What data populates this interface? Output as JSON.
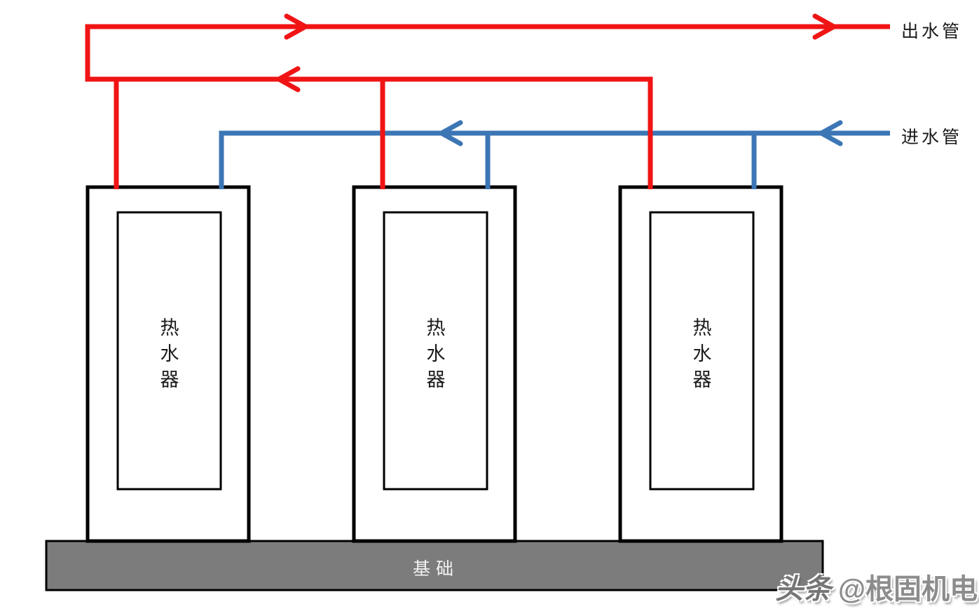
{
  "legend": {
    "outlet_label": "出水管",
    "inlet_label": "进水管"
  },
  "heaters": [
    {
      "label": "热水器"
    },
    {
      "label": "热水器"
    },
    {
      "label": "热水器"
    }
  ],
  "foundation": {
    "label": "基础"
  },
  "watermark": {
    "brand": "头条",
    "handle": "@根固机电"
  },
  "colors": {
    "outlet_pipe": "#F01414",
    "inlet_pipe": "#3C76B5",
    "foundation_fill": "#7C7C7C",
    "structure_outline": "#000000"
  }
}
